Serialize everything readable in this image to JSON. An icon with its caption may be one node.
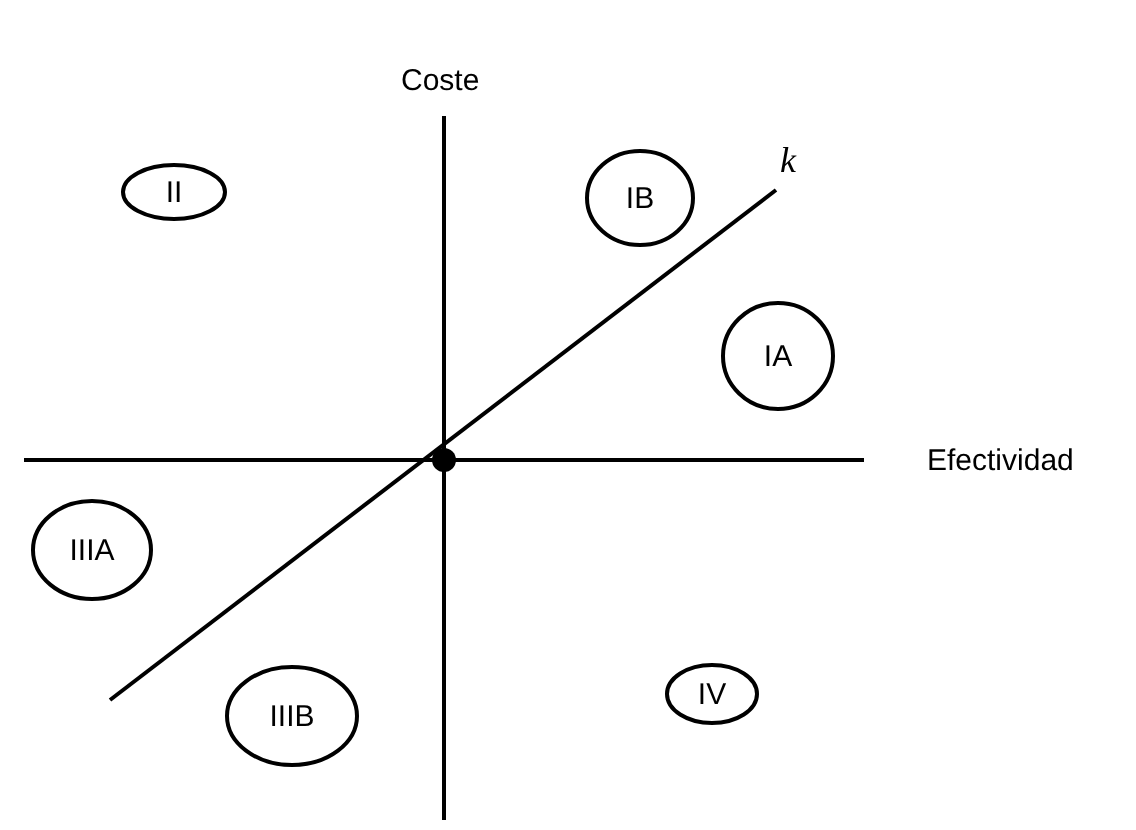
{
  "diagram": {
    "nodes": [
      {
        "text": [
          "II"
        ]
      },
      {
        "text": [
          "IB"
        ]
      },
      {
        "text": [
          "IA"
        ]
      },
      {
        "text": [
          "IIIA"
        ]
      },
      {
        "text": [
          "IIIB"
        ]
      },
      {
        "text": [
          "IV"
        ]
      }
    ],
    "labels": [
      "Coste",
      "k",
      "Efectividad"
    ]
  }
}
